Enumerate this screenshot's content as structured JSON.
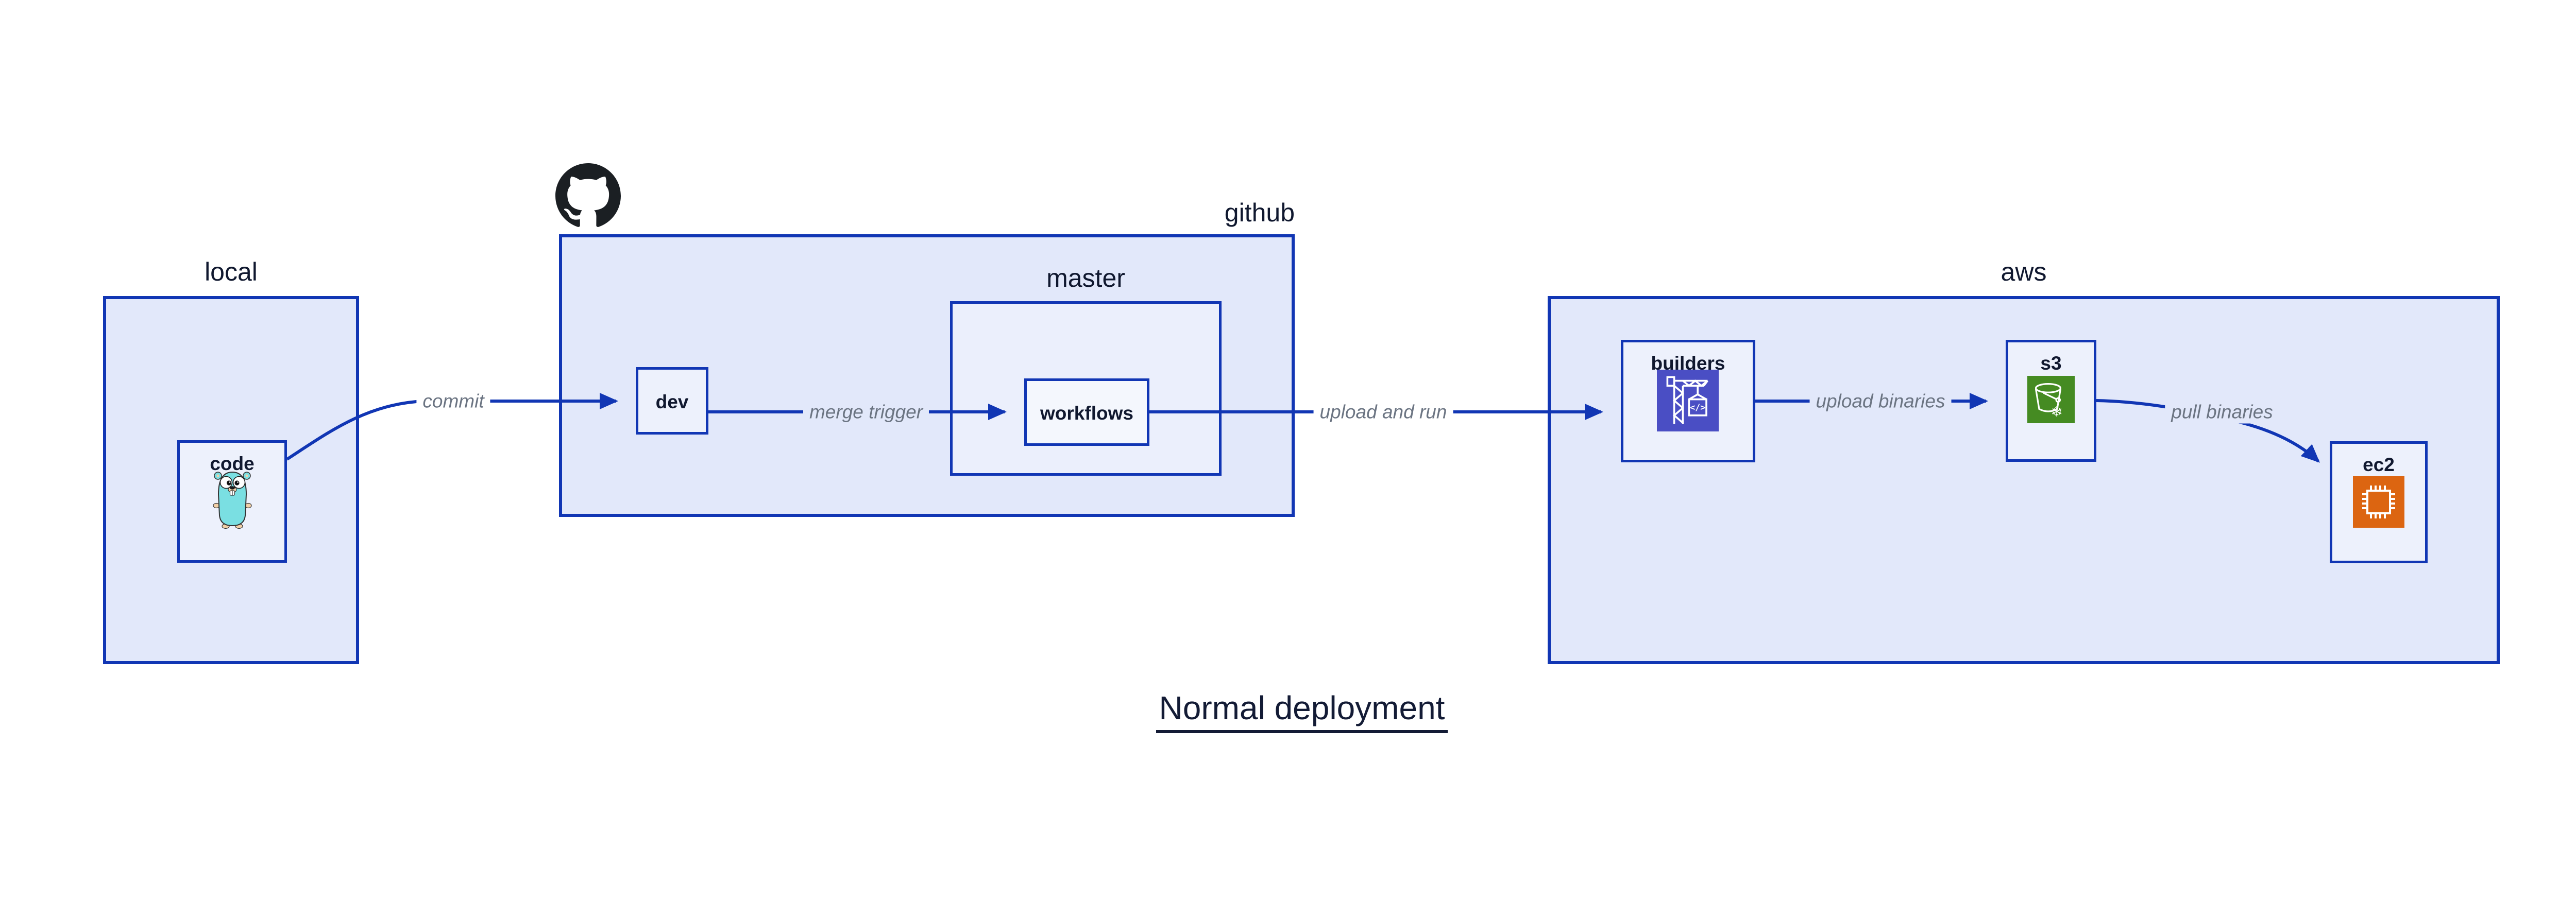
{
  "title": {
    "text": "Normal deployment"
  },
  "groups": {
    "local": {
      "label": "local"
    },
    "github": {
      "label": "github"
    },
    "master": {
      "label": "master"
    },
    "aws": {
      "label": "aws"
    }
  },
  "nodes": {
    "code": {
      "label": "code"
    },
    "dev": {
      "label": "dev"
    },
    "workflows": {
      "label": "workflows"
    },
    "builders": {
      "label": "builders"
    },
    "s3": {
      "label": "s3"
    },
    "ec2": {
      "label": "ec2"
    }
  },
  "edges": {
    "commit": {
      "label": "commit"
    },
    "merge_trigger": {
      "label": "merge trigger"
    },
    "upload_and_run": {
      "label": "upload and run"
    },
    "upload_binaries": {
      "label": "upload binaries"
    },
    "pull_binaries": {
      "label": "pull binaries"
    }
  },
  "icons": {
    "github_logo": "github-octocat",
    "code_icon": "go-gopher",
    "builders_icon": "aws-codebuild-crane",
    "builders_code_glyph": "</>",
    "s3_icon": "aws-s3-bucket-snowflake",
    "s3_snowflake_glyph": "❄",
    "ec2_icon": "aws-ec2-chip"
  },
  "colors": {
    "line_blue": "#1136b4",
    "group_fill": "#e2e8fa",
    "master_fill": "#ebeffc",
    "node_fill": "#edf1fc",
    "workflows_fill": "#f4f7fd",
    "edge_label_gray": "#6b7482",
    "text_navy": "#10182f",
    "github_black": "#1b1f23",
    "gopher_body": "#7adfe2",
    "builders_icon_bg": "#4a4ec4",
    "s3_icon_bg": "#458b22",
    "ec2_icon_bg": "#dc6511"
  }
}
